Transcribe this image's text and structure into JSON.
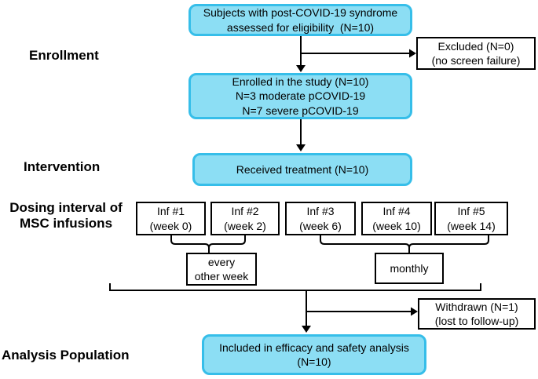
{
  "colors": {
    "flow_box_fill": "#8CDEF4",
    "flow_box_border": "#36BEE9",
    "line": "#000000"
  },
  "labels": {
    "enrollment": "Enrollment",
    "intervention": "Intervention",
    "dosing_lines": [
      "Dosing interval of",
      "MSC infusions"
    ],
    "analysis": "Analysis Population"
  },
  "boxes": {
    "eligibility": {
      "lines": [
        "Subjects with post-COVID-19 syndrome",
        "assessed for eligibility  (N=10)"
      ]
    },
    "excluded": {
      "lines": [
        "Excluded (N=0)",
        "(no screen failure)"
      ]
    },
    "enrolled": {
      "lines": [
        "Enrolled in the study (N=10)",
        "N=3 moderate pCOVID-19",
        "N=7 severe pCOVID-19"
      ]
    },
    "received": {
      "lines": [
        "Received treatment (N=10)"
      ]
    },
    "infusions": [
      {
        "lines": [
          "Inf #1",
          "(week 0)"
        ]
      },
      {
        "lines": [
          "Inf #2",
          "(week 2)"
        ]
      },
      {
        "lines": [
          "Inf #3",
          "(week 6)"
        ]
      },
      {
        "lines": [
          "Inf #4",
          "(week 10)"
        ]
      },
      {
        "lines": [
          "Inf #5",
          "(week 14)"
        ]
      }
    ],
    "interval_short": {
      "lines": [
        "every",
        "other week"
      ]
    },
    "interval_long": {
      "lines": [
        "monthly"
      ]
    },
    "withdrawn": {
      "lines": [
        "Withdrawn (N=1)",
        "(lost to follow-up)"
      ]
    },
    "included": {
      "lines": [
        "Included in efficacy and safety analysis",
        "(N=10)"
      ]
    }
  }
}
